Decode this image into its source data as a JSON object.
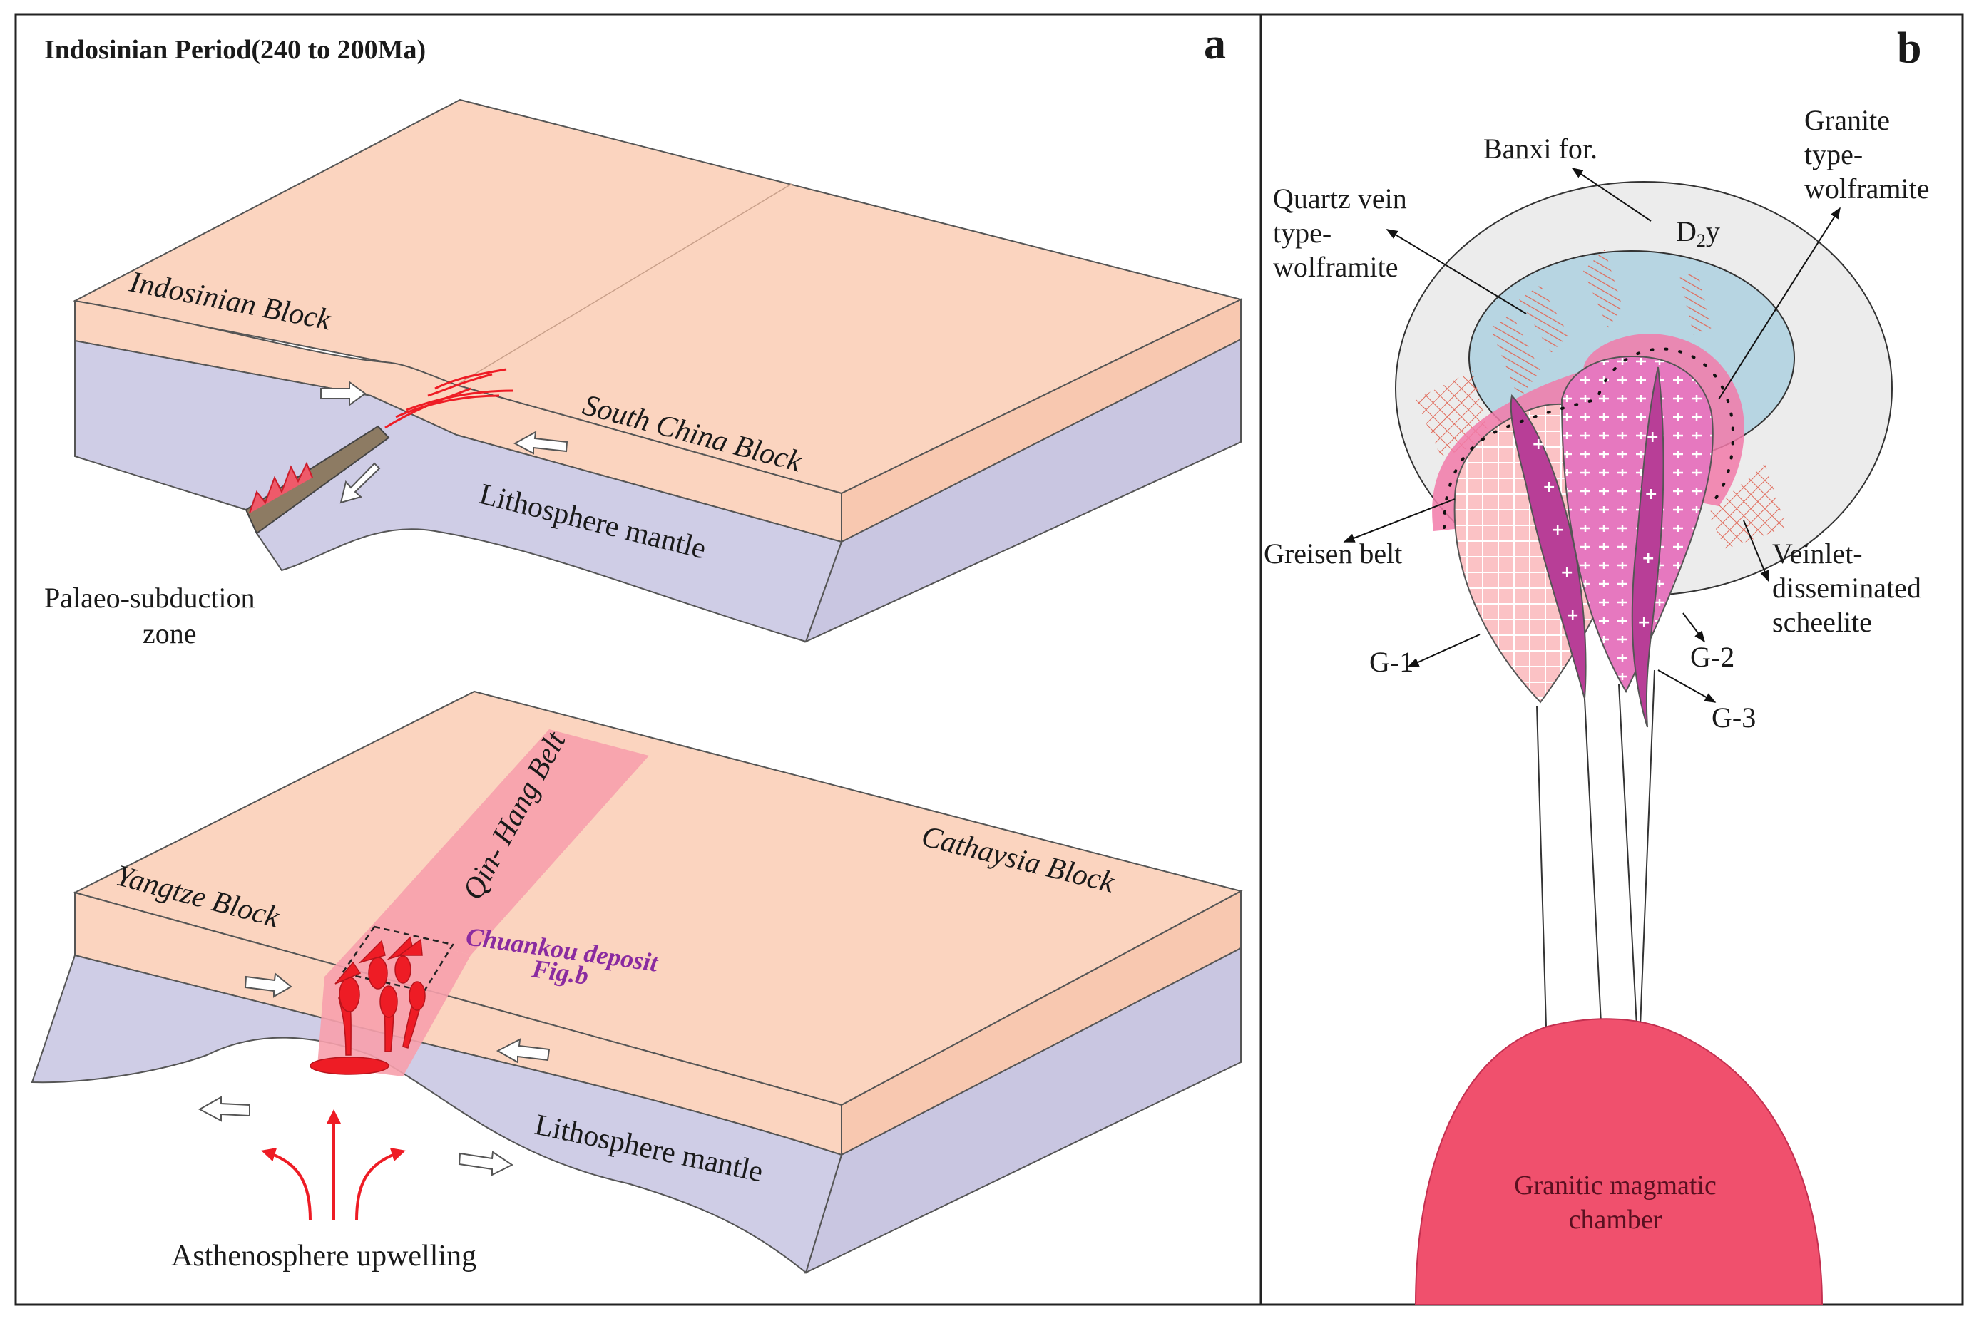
{
  "panel_a": {
    "title": "Indosinian Period(240 to 200Ma)",
    "letter": "a",
    "upper": {
      "indosinian_block": "Indosinian  Block",
      "south_china_block": "South  China  Block",
      "lithosphere_mantle": "Lithosphere mantle",
      "palaeo_subduction_line1": "Palaeo-subduction",
      "palaeo_subduction_line2": "zone"
    },
    "lower": {
      "qin_hang_belt": "Qin- Hang Belt",
      "cathaysia_block": "Cathaysia  Block",
      "yangtze_block": "Yangtze  Block",
      "chuankou_line1": "Chuankou deposit",
      "chuankou_line2": "Fig.b",
      "lithosphere_mantle": "Lithosphere mantle",
      "asthenosphere": "Asthenosphere upwelling"
    }
  },
  "panel_b": {
    "letter": "b",
    "banxi": "Banxi for.",
    "d2y_main": "D",
    "d2y_sub": "2",
    "d2y_tail": "y",
    "granite_line1": "Granite",
    "granite_line2": "type-",
    "granite_line3": "wolframite",
    "quartz_line1": "Quartz vein",
    "quartz_line2": "type-",
    "quartz_line3": "wolframite",
    "greisen": "Greisen belt",
    "veinlet_line1": "Veinlet-",
    "veinlet_line2": "disseminated",
    "veinlet_line3": "scheelite",
    "g1": "G-1",
    "g2": "G-2",
    "g3": "G-3",
    "chamber_line1": "Granitic magmatic",
    "chamber_line2": "chamber"
  },
  "colors": {
    "crust": "#fbd4bf",
    "mantle": "#cfcde6",
    "chamber": "#f0506d",
    "belt": "#f7a0ac",
    "aureole": "#ececec",
    "banxi": "#b7d5e2",
    "g1": "#fbc2c5",
    "g2": "#e678bf",
    "g3": "#b83e97",
    "red": "#ee1c25",
    "purple_text": "#8a2ba0"
  }
}
